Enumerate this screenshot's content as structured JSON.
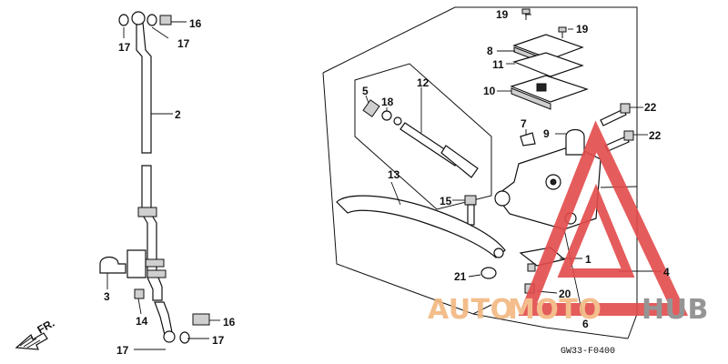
{
  "diagram_code": "GW33-F0400",
  "front_marker": "FR.",
  "callouts": {
    "c1": "1",
    "c2": "2",
    "c3": "3",
    "c4": "4",
    "c5": "5",
    "c6": "6",
    "c7": "7",
    "c8": "8",
    "c9": "9",
    "c10": "10",
    "c11": "11",
    "c12": "12",
    "c13": "13",
    "c14": "14",
    "c15": "15",
    "c16a": "16",
    "c16b": "16",
    "c17a": "17",
    "c17b": "17",
    "c17c": "17",
    "c17d": "17",
    "c18": "18",
    "c19a": "19",
    "c19b": "19",
    "c20": "20",
    "c21": "21",
    "c22a": "22",
    "c22b": "22"
  },
  "watermark": {
    "part1": "AUTO",
    "part2": "MOTO",
    "part3": "HUB",
    "colors": {
      "part1": "#f2b880",
      "part2": "#f2b880",
      "part3": "#8a8a8a",
      "triangle": "#e34b4b"
    }
  }
}
